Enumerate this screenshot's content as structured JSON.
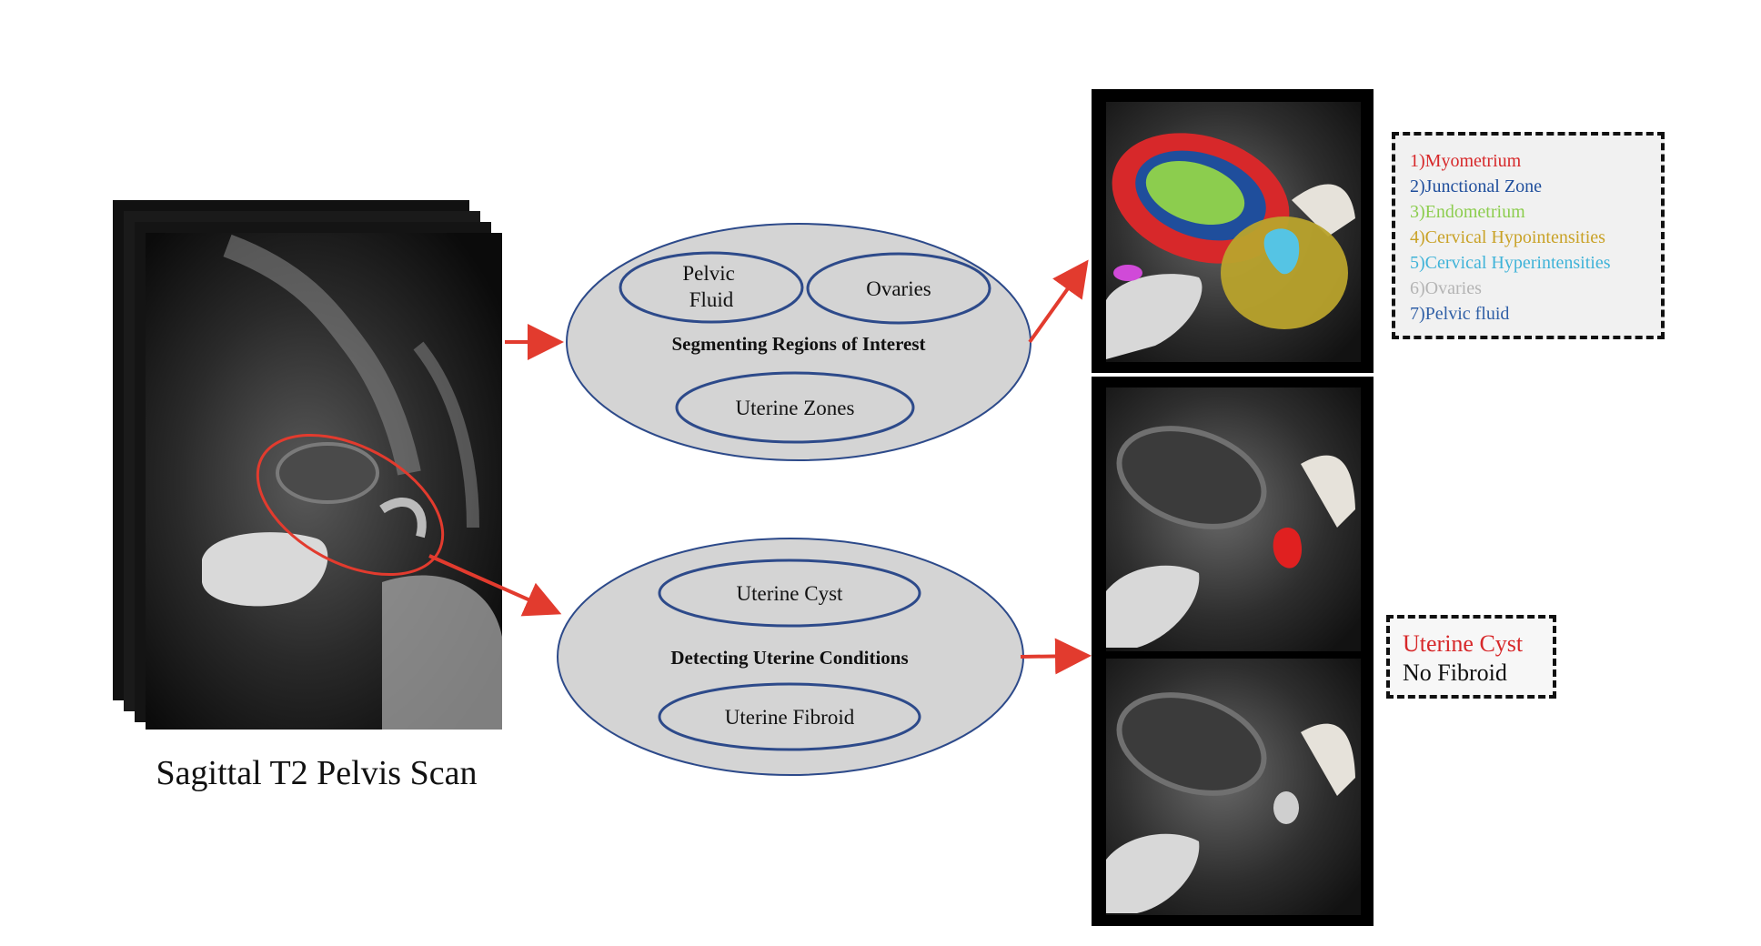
{
  "scan": {
    "caption": "Sagittal T2 Pelvis Scan"
  },
  "segmentation": {
    "title": "Segmenting Regions of Interest",
    "items": [
      "Pelvic Fluid",
      "Ovaries",
      "Uterine Zones"
    ]
  },
  "detection": {
    "title": "Detecting Uterine Conditions",
    "items": [
      "Uterine Cyst",
      "Uterine Fibroid"
    ]
  },
  "legend": {
    "items": [
      {
        "label": "1)Myometrium",
        "color": "#d7282a"
      },
      {
        "label": "2)Junctional Zone",
        "color": "#1f4e9c"
      },
      {
        "label": "3)Endometrium",
        "color": "#8ccd4e"
      },
      {
        "label": "4)Cervical Hypointensities",
        "color": "#c9a227"
      },
      {
        "label": "5)Cervical Hyperintensities",
        "color": "#3fb3d8"
      },
      {
        "label": "6)Ovaries",
        "color": "#b4b4b4"
      },
      {
        "label": "7)Pelvic fluid",
        "color": "#2f5fa6"
      }
    ]
  },
  "detection_result": {
    "lines": [
      {
        "text": "Uterine Cyst",
        "color": "#d7282a"
      },
      {
        "text": "No Fibroid",
        "color": "#111111"
      }
    ]
  },
  "colors": {
    "arrow": "#e23b2e",
    "ellipse_fill": "#d4d4d4",
    "ellipse_stroke": "#2d4a8a",
    "roi": "#e23b2e"
  }
}
